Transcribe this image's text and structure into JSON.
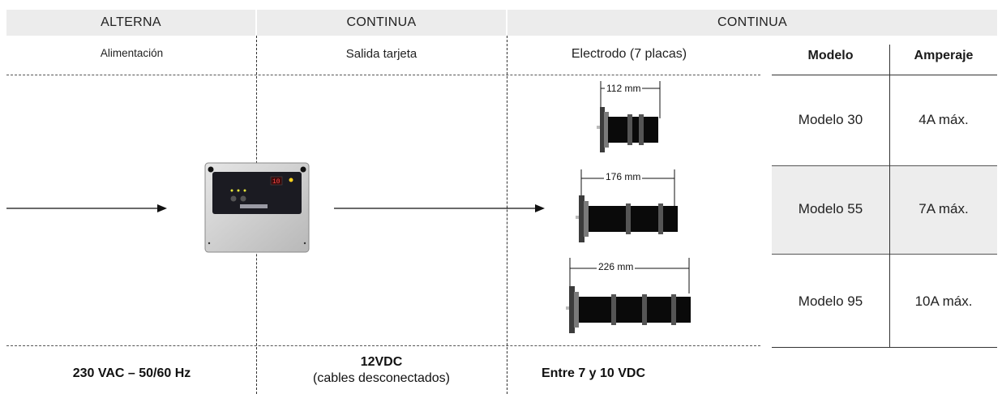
{
  "headers": {
    "col1": "ALTERNA",
    "col2": "CONTINUA",
    "col3": "CONTINUA"
  },
  "subheaders": {
    "col1": "Alimentación",
    "col2": "Salida tarjeta",
    "col3": "Electrodo (7 placas)"
  },
  "bottom": {
    "col1": "230 VAC – 50/60 Hz",
    "col2_bold": "12VDC",
    "col2_note": "(cables desconectados)",
    "col3": "Entre 7 y 10 VDC"
  },
  "electrodes": [
    {
      "dimension": "112 mm"
    },
    {
      "dimension": "176 mm"
    },
    {
      "dimension": "226 mm"
    }
  ],
  "table": {
    "headers": [
      "Modelo",
      "Amperaje"
    ],
    "rows": [
      [
        "Modelo 30",
        "4A máx."
      ],
      [
        "Modelo 55",
        "7A máx."
      ],
      [
        "Modelo 95",
        "10A máx."
      ]
    ]
  },
  "colors": {
    "header_bg": "#ececec",
    "row_highlight": "#ededed",
    "electrode_body": "#0a0a0a"
  }
}
